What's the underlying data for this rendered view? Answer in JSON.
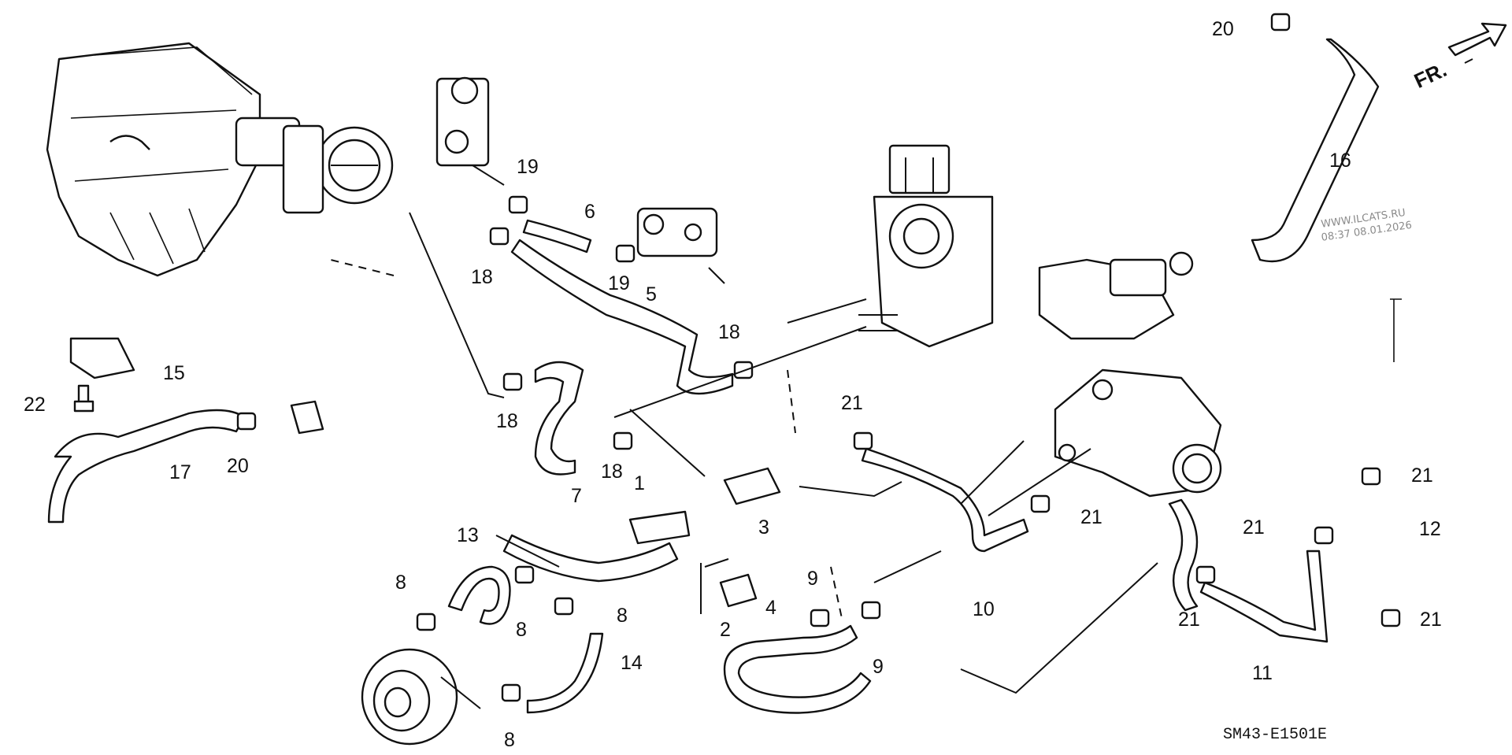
{
  "direction_label": "FR.",
  "diagram_code": "SM43-E1501E",
  "watermark": {
    "site": "WWW.ILCATS.RU",
    "timestamp": "08:37 08.01.2026"
  },
  "callouts": {
    "c1": "1",
    "c2": "2",
    "c3": "3",
    "c4": "4",
    "c5": "5",
    "c6": "6",
    "c7": "7",
    "c8a": "8",
    "c8b": "8",
    "c8c": "8",
    "c8d": "8",
    "c9a": "9",
    "c9b": "9",
    "c10": "10",
    "c11": "11",
    "c12": "12",
    "c13": "13",
    "c14": "14",
    "c15": "15",
    "c16": "16",
    "c17": "17",
    "c18a": "18",
    "c18b": "18",
    "c18c": "18",
    "c18d": "18",
    "c19a": "19",
    "c19b": "19",
    "c20a": "20",
    "c20b": "20",
    "c21a": "21",
    "c21b": "21",
    "c21c": "21",
    "c21d": "21",
    "c21e": "21",
    "c21f": "21",
    "c22": "22"
  }
}
